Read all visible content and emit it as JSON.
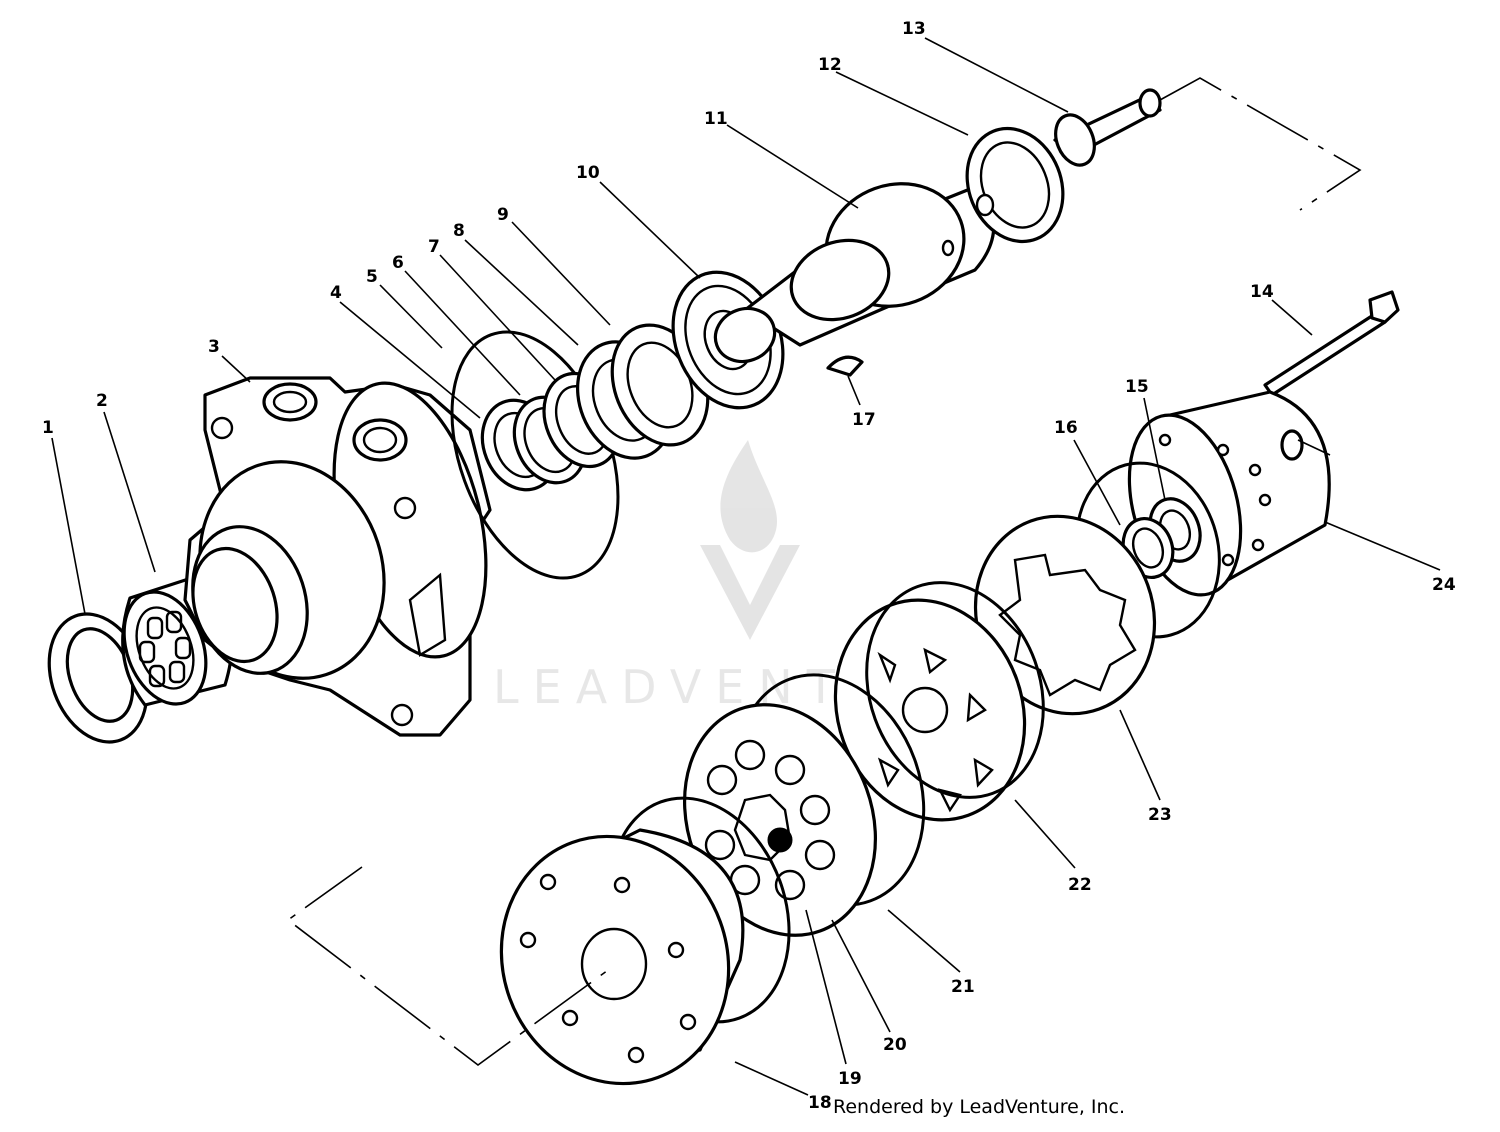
{
  "callouts": [
    "1",
    "2",
    "3",
    "4",
    "5",
    "6",
    "7",
    "8",
    "9",
    "10",
    "11",
    "12",
    "13",
    "14",
    "15",
    "16",
    "17",
    "18",
    "19",
    "20",
    "21",
    "22",
    "23",
    "24"
  ],
  "watermark": {
    "text": "LEADVENTURE"
  },
  "credit": "Rendered by LeadVenture, Inc."
}
